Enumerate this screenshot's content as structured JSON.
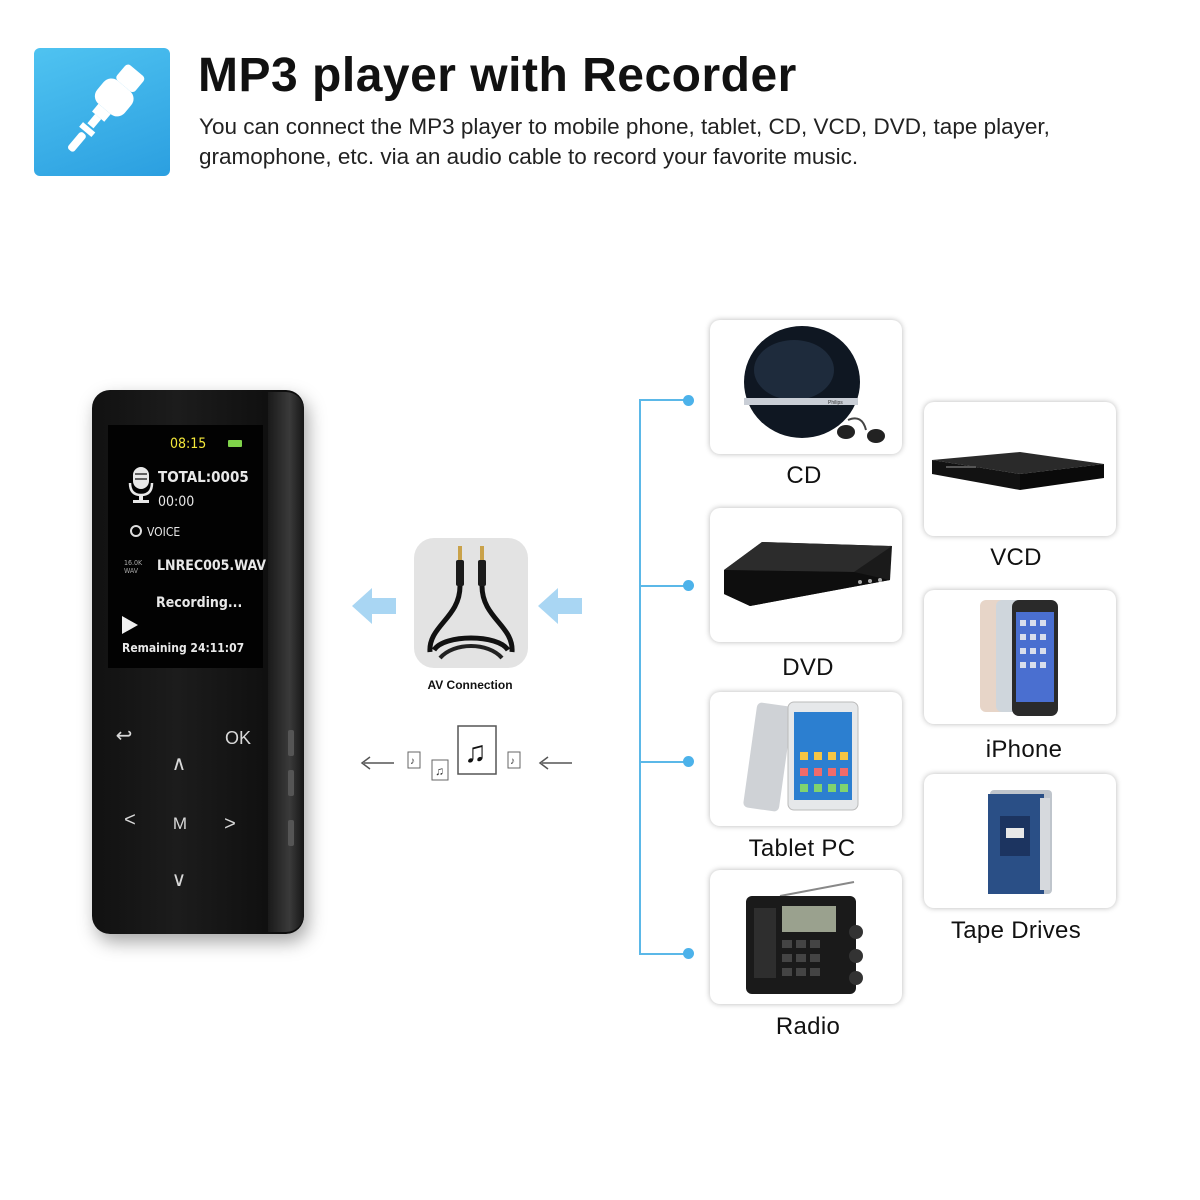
{
  "header": {
    "title": "MP3 player with Recorder",
    "subtitle": "You can connect the MP3 player to mobile phone, tablet, CD, VCD, DVD, tape player, gramophone, etc. via an audio cable to record your favorite music.",
    "icon": "audio-jack-icon",
    "accent_color": "#35a8e6"
  },
  "device_screen": {
    "time": "08:15",
    "total": "TOTAL:0005",
    "elapsed": "00:00",
    "mode": "VOICE",
    "rate": "16.0K WAV",
    "filename": "LNREC005.WAV",
    "status": "Recording...",
    "remaining": "Remaining 24:11:07"
  },
  "device_keys": {
    "back": "↩",
    "ok": "OK",
    "up": "∧",
    "left": "<",
    "menu": "M",
    "right": ">",
    "down": "∨"
  },
  "connection": {
    "label": "AV Connection",
    "line_color": "#5bb8e8"
  },
  "sources": [
    {
      "label": "CD",
      "icon": "portable-cd-player-icon"
    },
    {
      "label": "DVD",
      "icon": "dvd-player-icon"
    },
    {
      "label": "Tablet PC",
      "icon": "tablet-icon"
    },
    {
      "label": "Radio",
      "icon": "radio-icon"
    },
    {
      "label": "VCD",
      "icon": "vcd-player-icon"
    },
    {
      "label": "iPhone",
      "icon": "iphone-icon"
    },
    {
      "label": "Tape Drives",
      "icon": "cassette-player-icon"
    }
  ]
}
